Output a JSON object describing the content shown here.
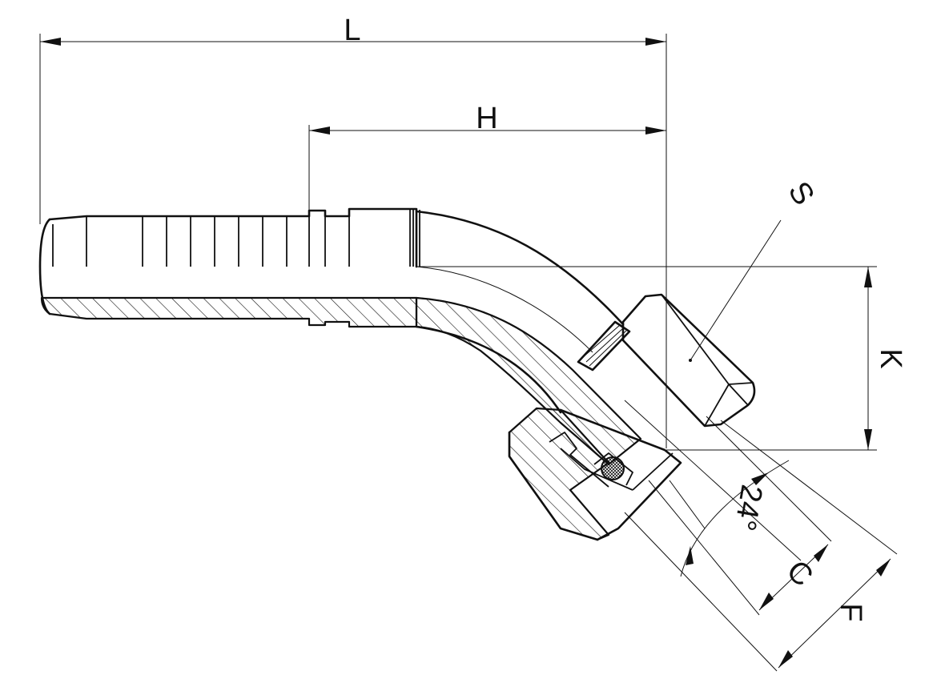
{
  "drawing": {
    "labels": {
      "L": "L",
      "H": "H",
      "S": "S",
      "K": "K",
      "C": "C",
      "F": "F",
      "angle": "24°"
    }
  }
}
